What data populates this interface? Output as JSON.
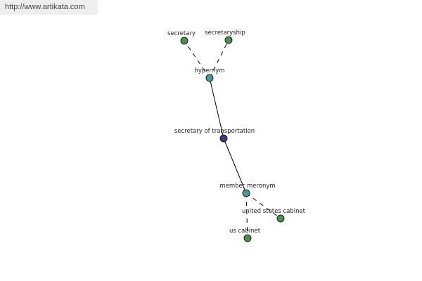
{
  "source_url": "http://www.artikata.com",
  "colors": {
    "center_node": "#3b3b8c",
    "relation_node": "#4a9a9a",
    "leaf_node": "#4e8f4e",
    "edge": "#000000",
    "url_bar_bg": "#eeeeee"
  },
  "graph": {
    "nodes": [
      {
        "id": "center",
        "label": "secretary of transportation",
        "kind": "center"
      },
      {
        "id": "hypernym",
        "label": "hypernym",
        "kind": "relation"
      },
      {
        "id": "secretary",
        "label": "secretary",
        "kind": "leaf"
      },
      {
        "id": "secretaryship",
        "label": "secretaryship",
        "kind": "leaf"
      },
      {
        "id": "member_meronym",
        "label": "member meronym",
        "kind": "relation"
      },
      {
        "id": "united_states_cabinet",
        "label": "united states cabinet",
        "kind": "leaf"
      },
      {
        "id": "us_cabinet",
        "label": "us cabinet",
        "kind": "leaf"
      }
    ],
    "edges": [
      {
        "from": "center",
        "to": "hypernym",
        "style": "solid"
      },
      {
        "from": "center",
        "to": "member_meronym",
        "style": "solid"
      },
      {
        "from": "hypernym",
        "to": "secretary",
        "style": "dashed"
      },
      {
        "from": "hypernym",
        "to": "secretaryship",
        "style": "dashed"
      },
      {
        "from": "member_meronym",
        "to": "united_states_cabinet",
        "style": "dashed"
      },
      {
        "from": "member_meronym",
        "to": "us_cabinet",
        "style": "dashed"
      }
    ]
  }
}
